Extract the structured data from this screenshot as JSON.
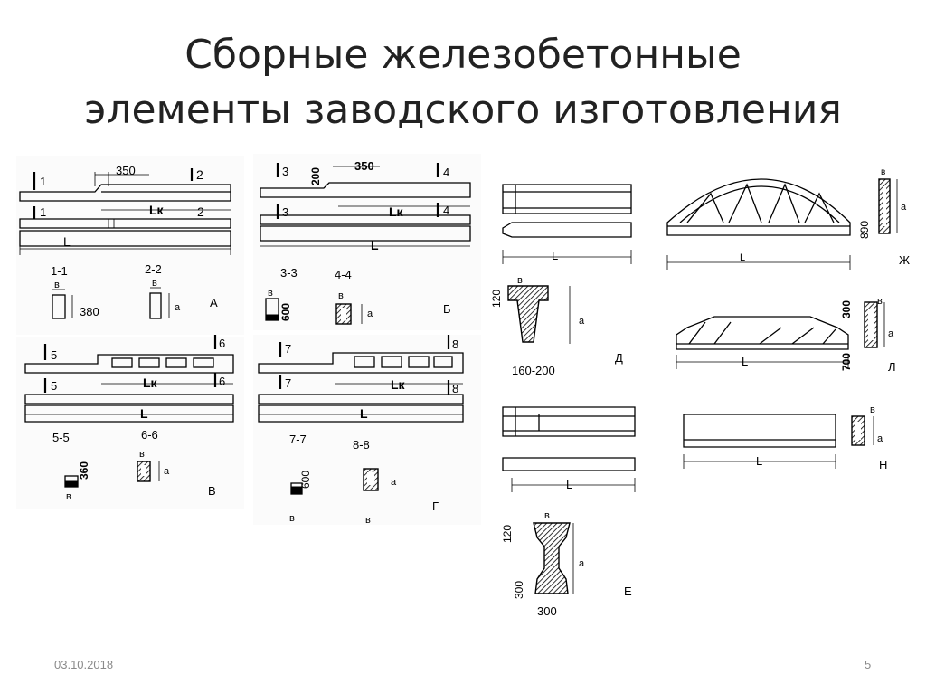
{
  "slide": {
    "title_line1": "Сборные железобетонные",
    "title_line2": "элементы заводского изготовления",
    "date": "03.10.2018",
    "page": "5"
  },
  "labels": {
    "dim_350": "350",
    "dim_380": "380",
    "dim_200": "200",
    "dim_600": "600",
    "dim_360": "360",
    "dim_120": "120",
    "dim_160_200": "160-200",
    "dim_300": "300",
    "dim_890": "890",
    "dim_700": "700",
    "L": "L",
    "Lk": "Lк",
    "a": "а",
    "b": "в",
    "n1": "1",
    "n2": "2",
    "n3": "3",
    "n4": "4",
    "n5": "5",
    "n6": "6",
    "n7": "7",
    "n8": "8",
    "s11": "1-1",
    "s22": "2-2",
    "s33": "3-3",
    "s44": "4-4",
    "s55": "5-5",
    "s66": "6-6",
    "s77": "7-7",
    "s88": "8-8",
    "A": "А",
    "B": "Б",
    "V": "В",
    "G": "Г",
    "D": "Д",
    "E": "Е",
    "Zh": "Ж",
    "L_letter": "Л",
    "N": "Н"
  }
}
